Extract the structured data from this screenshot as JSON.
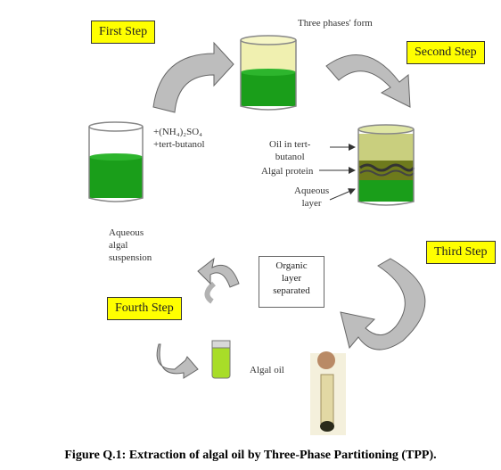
{
  "steps": {
    "first": "First Step",
    "second": "Second Step",
    "third": "Third Step",
    "fourth": "Fourth Step"
  },
  "labels": {
    "three_phases": "Three phases' form",
    "reagent_1": "+(NH₄)₂SO₄",
    "reagent_2": "+tert-butanol",
    "aqueous_suspension": [
      "Aqueous",
      "algal",
      "suspension"
    ],
    "oil_in": [
      "Oil in tert-",
      "butanol"
    ],
    "algal_protein": "Algal protein",
    "aqueous_layer": [
      "Aqueous",
      "layer"
    ],
    "organic_box": [
      "Organic",
      "layer",
      "separated"
    ],
    "algal_oil": "Algal oil"
  },
  "caption": "Figure Q.1: Extraction of algal oil by Three-Phase Partitioning (TPP).",
  "colors": {
    "step_box": "#ffff00",
    "green_layer": "#1a9e1a",
    "pale_yellow": "#eeeeaa",
    "olive_layer": "#8a9a2a",
    "arrow_fill": "#bdbdbd",
    "arrow_stroke": "#666666"
  },
  "icons": [
    "curved-arrow-icon",
    "pointer-arrow-icon"
  ]
}
